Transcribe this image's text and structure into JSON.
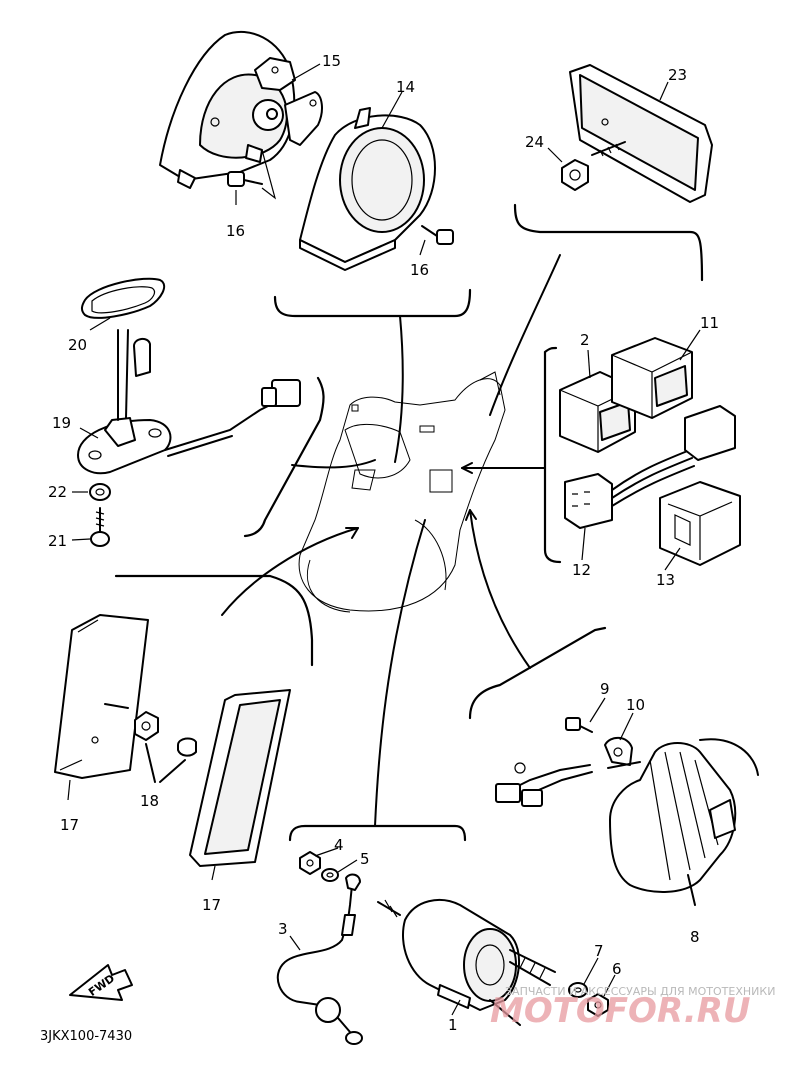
{
  "diagram_code": "3JKX100-7430",
  "fwd_label": "FWD",
  "watermark": {
    "brand": "MOTOFOR.RU",
    "tagline": "ЗАПЧАСТИ И АКСЕССУАРЫ ДЛЯ МОТОТЕХНИКИ"
  },
  "callouts": {
    "c1": "1",
    "c2": "2",
    "c3": "3",
    "c4": "4",
    "c5": "5",
    "c6": "6",
    "c7": "7",
    "c8": "8",
    "c9": "9",
    "c10": "10",
    "c11": "11",
    "c12": "12",
    "c13": "13",
    "c14": "14",
    "c15": "15",
    "c16a": "16",
    "c16b": "16",
    "c17a": "17",
    "c17b": "17",
    "c18": "18",
    "c19": "19",
    "c20": "20",
    "c21": "21",
    "c22": "22",
    "c23": "23",
    "c24": "24"
  }
}
